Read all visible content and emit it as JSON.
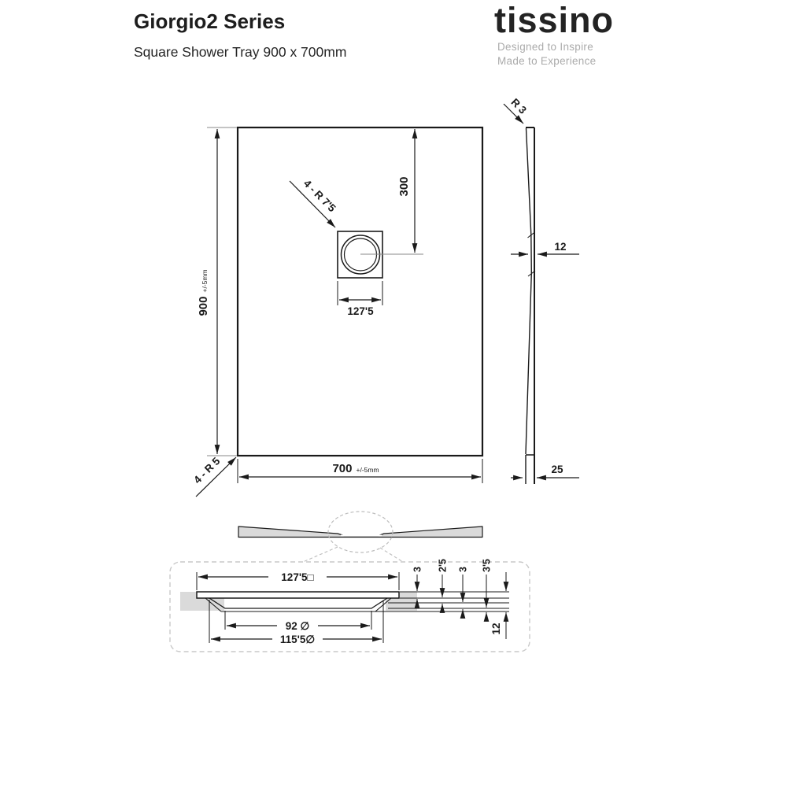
{
  "header": {
    "title": "Giorgio2 Series",
    "subtitle": "Square Shower Tray 900 x 700mm",
    "brand": {
      "logo_text": "tissino",
      "tagline_line1": "Designed to Inspire",
      "tagline_line2": "Made to Experience"
    }
  },
  "plan_view": {
    "length_value": "900",
    "length_tolerance": "+/-5mm",
    "width_value": "700",
    "width_tolerance": "+/-5mm",
    "drain_center_offset": "300",
    "drain_square_size": "127'5",
    "drain_corner_note": "4 - R 7'5",
    "tray_corner_note": "4 - R 5"
  },
  "side_view": {
    "top_corner_radius": "R 3",
    "waist_thickness": "12",
    "edge_height": "25"
  },
  "detail_view": {
    "flange_square": "127'5□",
    "waste_hole_diameter": "92 ∅",
    "recess_diameter": "115'5∅",
    "step_dims": [
      "3",
      "2'5",
      "3",
      "3'5"
    ],
    "total_depth": "12"
  },
  "colors": {
    "line": "#1a1a1a",
    "section_fill": "#dadada",
    "detail_outline": "#c9c9c9",
    "tagline_gray": "#ababab"
  }
}
